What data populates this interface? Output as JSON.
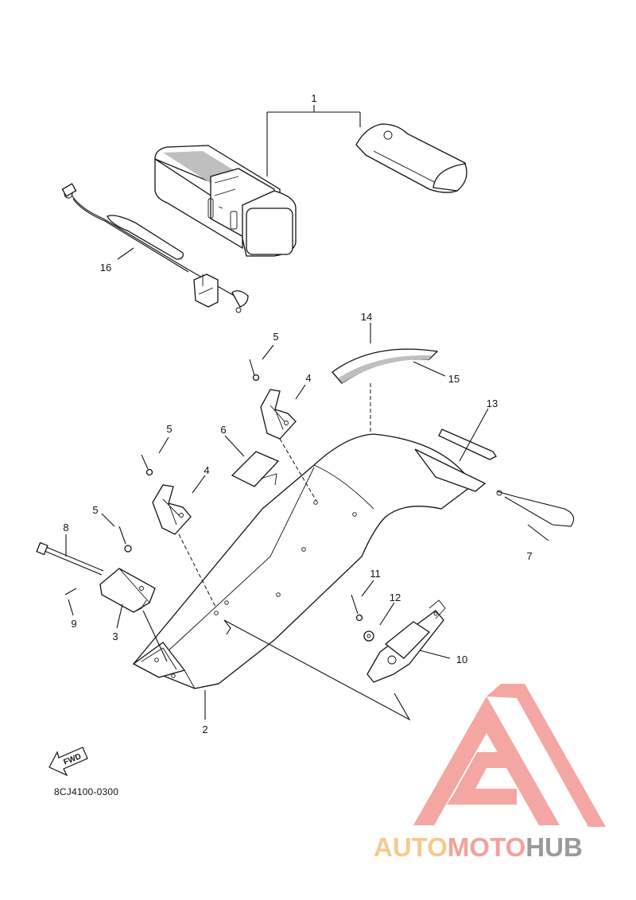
{
  "diagram": {
    "callouts": [
      {
        "id": "1",
        "label": "1"
      },
      {
        "id": "2",
        "label": "2"
      },
      {
        "id": "3",
        "label": "3"
      },
      {
        "id": "4a",
        "label": "4"
      },
      {
        "id": "4b",
        "label": "4"
      },
      {
        "id": "5a",
        "label": "5"
      },
      {
        "id": "5b",
        "label": "5"
      },
      {
        "id": "5c",
        "label": "5"
      },
      {
        "id": "6",
        "label": "6"
      },
      {
        "id": "7",
        "label": "7"
      },
      {
        "id": "8",
        "label": "8"
      },
      {
        "id": "9",
        "label": "9"
      },
      {
        "id": "10",
        "label": "10"
      },
      {
        "id": "11",
        "label": "11"
      },
      {
        "id": "12",
        "label": "12"
      },
      {
        "id": "13",
        "label": "13"
      },
      {
        "id": "14",
        "label": "14"
      },
      {
        "id": "15",
        "label": "15"
      },
      {
        "id": "16",
        "label": "16"
      }
    ],
    "fwd_label": "FWD",
    "drawing_code": "8CJ4100-0300"
  },
  "watermark": {
    "part1": "AUTO",
    "part2": "MOTO",
    "part3": "HUB",
    "colors": {
      "part1": "#f6c98d",
      "part2": "#f2a29b",
      "part3": "#9a9a9a",
      "logo": "#f4a7a2"
    }
  }
}
